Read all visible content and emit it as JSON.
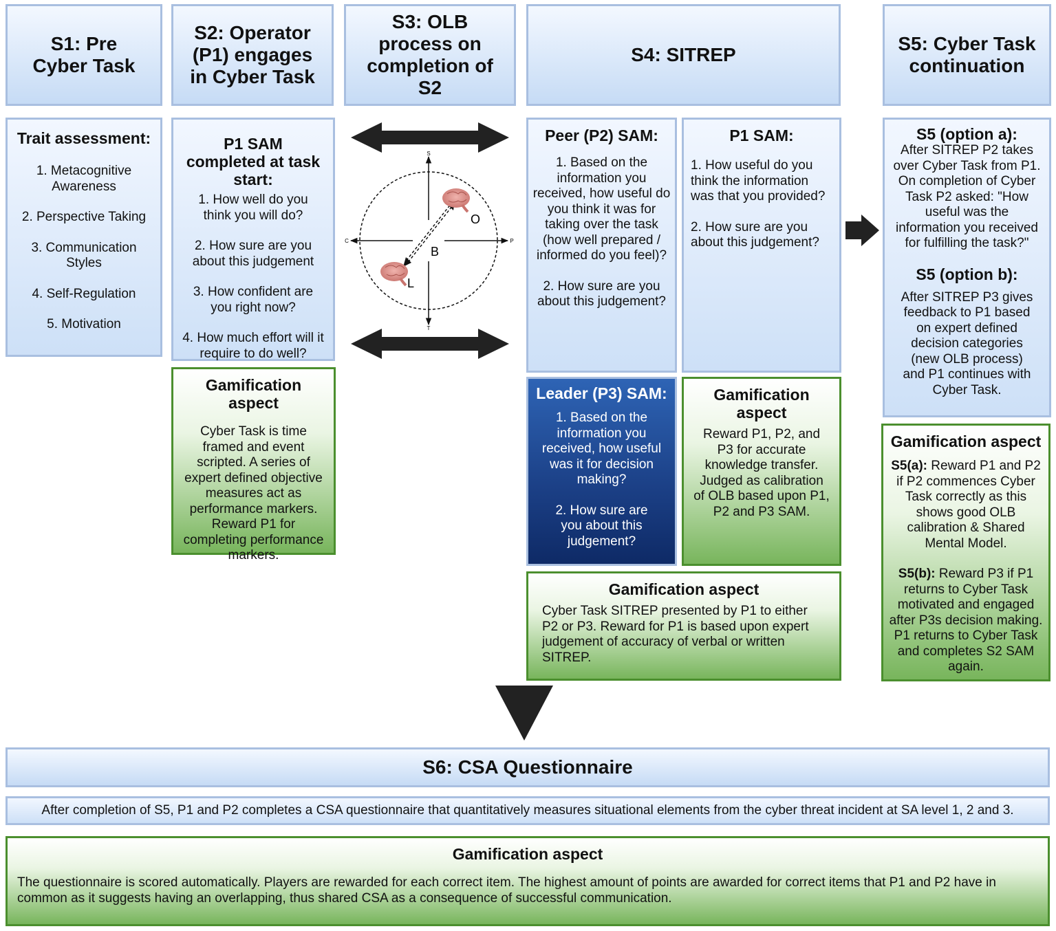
{
  "s1": {
    "header": "S1: Pre Cyber Task",
    "title": "Trait assessment:",
    "items": [
      "1. Metacognitive Awareness",
      "2. Perspective Taking",
      "3. Communication Styles",
      "4. Self-Regulation",
      "5. Motivation"
    ]
  },
  "s2": {
    "header": "S2: Operator (P1) engages in Cyber Task",
    "title": "P1 SAM completed at task start:",
    "items": [
      "1. How well do you think you will do?",
      "2. How sure are you about this judgement",
      "3. How confident are you right now?",
      "4. How much effort will it require to do well?"
    ],
    "gam_title": "Gamification aspect",
    "gam_text": "Cyber Task is time framed and event scripted. A series of expert defined objective measures act as performance markers. Reward P1 for completing performance markers."
  },
  "s3": {
    "header": "S3: OLB process on completion of S2",
    "diagram": {
      "s": "S",
      "t": "T",
      "c": "C",
      "p": "P",
      "o": "O",
      "b": "B",
      "l": "L"
    }
  },
  "s4": {
    "header": "S4: SITREP",
    "peer_title": "Peer (P2) SAM:",
    "peer_items": [
      "1. Based on the information you received, how useful do you think it was for taking over the task (how well prepared / informed do you feel)?",
      "2. How sure are you about this judgement?"
    ],
    "p1_title": "P1 SAM:",
    "p1_items": [
      "1. How useful do you think the information was that you provided?",
      "2. How sure are you about this judgement?"
    ],
    "leader_title": "Leader (P3) SAM:",
    "leader_items": [
      "1. Based on the information you received, how useful was it for decision making?",
      "2. How sure are you about this judgement?"
    ],
    "gam1_title": "Gamification aspect",
    "gam1_text": "Reward P1, P2, and P3 for accurate knowledge transfer. Judged as calibration of OLB based upon P1, P2 and P3 SAM.",
    "gam2_title": "Gamification aspect",
    "gam2_text": "Cyber Task SITREP presented by P1 to either P2 or P3. Reward for P1 is based upon expert judgement of accuracy of verbal or written SITREP."
  },
  "s5": {
    "header": "S5: Cyber Task continuation",
    "opt_a_title": "S5 (option a):",
    "opt_a_text": "After SITREP P2 takes over Cyber Task from P1. On completion of Cyber Task P2 asked: \"How useful was the information you received for fulfilling the task?\"",
    "opt_b_title": "S5 (option b):",
    "opt_b_text": "After SITREP P3 gives feedback to P1 based on expert defined decision categories (new OLB process) and P1 continues with Cyber Task.",
    "gam_title": "Gamification aspect",
    "gam_a_label": "S5(a):",
    "gam_a_text": " Reward P1 and P2 if P2 commences Cyber Task correctly as this shows good OLB calibration & Shared Mental Model.",
    "gam_b_label": "S5(b):",
    "gam_b_text": " Reward P3 if P1 returns to Cyber Task motivated and engaged after P3s decision making. P1 returns to Cyber Task and completes S2 SAM again."
  },
  "s6": {
    "header": "S6: CSA Questionnaire",
    "text": "After completion of S5, P1 and P2 completes a CSA questionnaire that quantitatively measures situational elements from the cyber threat incident at SA level 1, 2 and 3.",
    "gam_title": "Gamification aspect",
    "gam_text": "The questionnaire is scored automatically. Players are rewarded for each correct item. The highest amount of points are awarded for correct items that P1 and P2 have in common as it suggests having an overlapping, thus shared CSA as a consequence of successful communication."
  },
  "colors": {
    "header_bg": "#c6dbf5",
    "border_blue": "#a9bfe0",
    "green_border": "#4b8f2e",
    "green_fill": "#78b55c",
    "leader_fill": "#1b3f85",
    "arrow": "#222222"
  }
}
